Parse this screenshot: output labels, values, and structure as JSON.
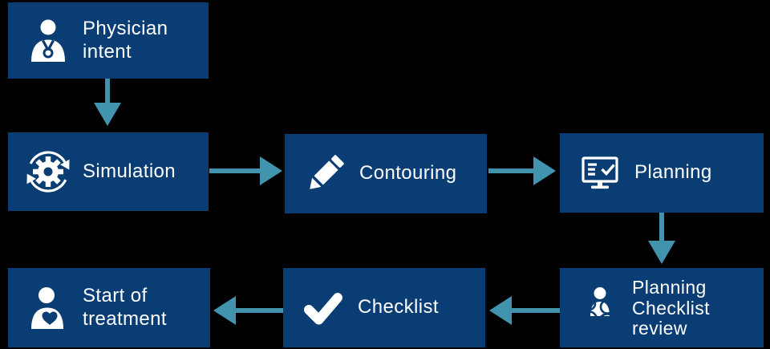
{
  "colors": {
    "background": "#000000",
    "box_fill": "#0a3d73",
    "arrow": "#4293ad",
    "text": "#ffffff"
  },
  "nodes": {
    "physician_intent": {
      "label": "Physician\nintent",
      "icon": "physician-icon"
    },
    "simulation": {
      "label": "Simulation",
      "icon": "simulation-sync-gear-icon"
    },
    "contouring": {
      "label": "Contouring",
      "icon": "pencil-icon"
    },
    "planning": {
      "label": "Planning",
      "icon": "monitor-checklist-icon"
    },
    "planning_checklist_review": {
      "label": "Planning\nChecklist\nreview",
      "icon": "people-group-icon"
    },
    "checklist": {
      "label": "Checklist",
      "icon": "checkmark-icon"
    },
    "start_of_treatment": {
      "label": "Start of\ntreatment",
      "icon": "patient-heart-icon"
    }
  },
  "connections": [
    {
      "from": "physician_intent",
      "to": "simulation",
      "direction": "down"
    },
    {
      "from": "simulation",
      "to": "contouring",
      "direction": "right"
    },
    {
      "from": "contouring",
      "to": "planning",
      "direction": "right"
    },
    {
      "from": "planning",
      "to": "planning_checklist_review",
      "direction": "down"
    },
    {
      "from": "planning_checklist_review",
      "to": "checklist",
      "direction": "left"
    },
    {
      "from": "checklist",
      "to": "start_of_treatment",
      "direction": "left"
    }
  ]
}
